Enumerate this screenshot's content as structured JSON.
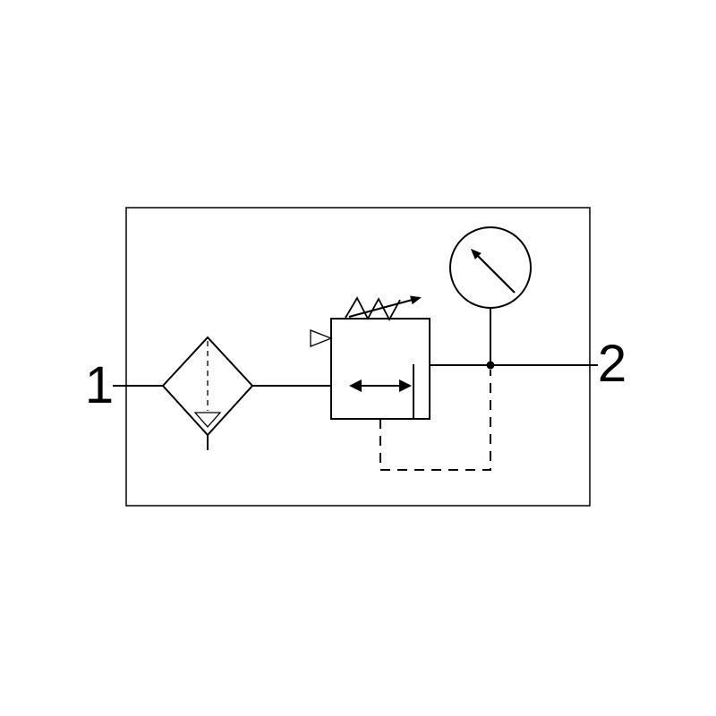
{
  "diagram": {
    "type": "pneumatic-circuit-schematic",
    "description": "Filter-regulator unit with pressure gauge (service unit symbol)",
    "background": "#ffffff",
    "line_color": "#000000",
    "ports": {
      "inlet_label": "1",
      "outlet_label": "2"
    },
    "components": [
      {
        "id": "filter-water-separator",
        "symbol": "diamond-with-dashed-centerline-and-drain-triangle"
      },
      {
        "id": "pressure-regulator",
        "symbol": "square-with-flow-arrows-adjustable-spring-and-relief-triangle"
      },
      {
        "id": "pressure-gauge",
        "symbol": "circle-with-needle-arrow"
      },
      {
        "id": "pilot-feedback-line",
        "symbol": "dashed-line"
      }
    ]
  }
}
